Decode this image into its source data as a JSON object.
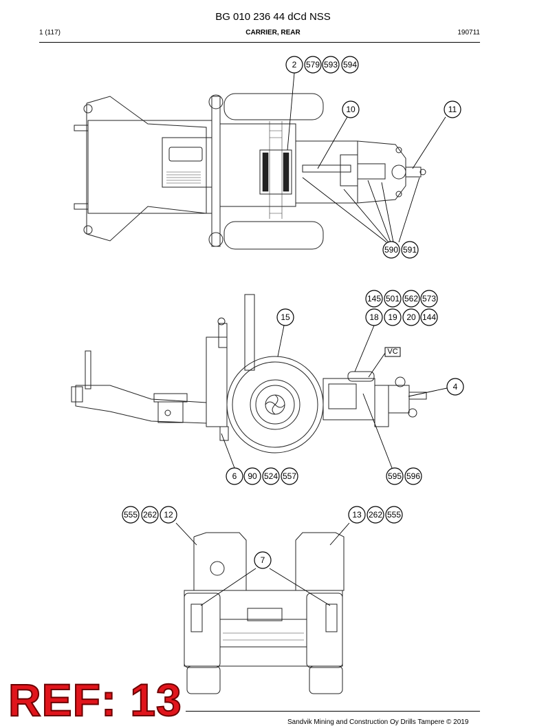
{
  "header": {
    "title": "BG 010 236 44 dCd NSS",
    "page": "1 (117)",
    "section": "CARRIER, REAR",
    "date": "190711"
  },
  "callouts": {
    "top_view": {
      "c2": "2",
      "c579": "579",
      "c593": "593",
      "c594": "594",
      "c10": "10",
      "c11": "11",
      "c590": "590",
      "c591": "591"
    },
    "side_view": {
      "c145": "145",
      "c501": "501",
      "c562": "562",
      "c573": "573",
      "c18": "18",
      "c19": "19",
      "c20": "20",
      "c144": "144",
      "c15": "15",
      "c4": "4",
      "vc": "VC",
      "c6": "6",
      "c90": "90",
      "c524": "524",
      "c557": "557",
      "c595": "595",
      "c596": "596"
    },
    "rear_view": {
      "l555": "555",
      "l262": "262",
      "l12": "12",
      "r13": "13",
      "r262": "262",
      "r555": "555",
      "c7": "7"
    }
  },
  "watermark": "REF: 13",
  "footer": {
    "copyright": "Sandvik Mining and Construction Oy Drills Tampere © 2019"
  }
}
